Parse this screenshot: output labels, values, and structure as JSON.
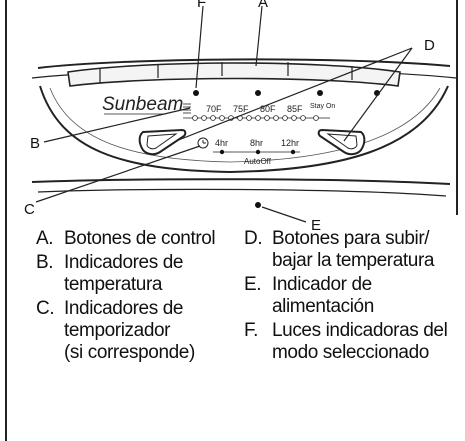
{
  "callouts": {
    "a": "A",
    "b": "B",
    "c": "C",
    "d": "D",
    "e": "E",
    "f": "F"
  },
  "panel": {
    "brand": "Sunbeam",
    "temperature_labels": [
      "70F",
      "75F",
      "80F",
      "85F",
      "Stay On"
    ],
    "timer_labels": [
      "4hr",
      "8hr",
      "12hr"
    ],
    "auto_off_label": "AutoOff",
    "timer_icon": "timer-clock-icon",
    "fan_icon": "fan-mode-icon"
  },
  "legend": {
    "left": [
      {
        "key": "A.",
        "text": "Botones de control"
      },
      {
        "key": "B.",
        "text": "Indicadores de\ntemperatura"
      },
      {
        "key": "C.",
        "text": "Indicadores de\ntemporizador\n(si corresponde)"
      }
    ],
    "right": [
      {
        "key": "D.",
        "text": "Botones para subir/\nbajar la temperatura"
      },
      {
        "key": "E.",
        "text": "Indicador de\nalimentación"
      },
      {
        "key": "F.",
        "text": "Luces indicadoras del\nmodo seleccionado"
      }
    ]
  }
}
